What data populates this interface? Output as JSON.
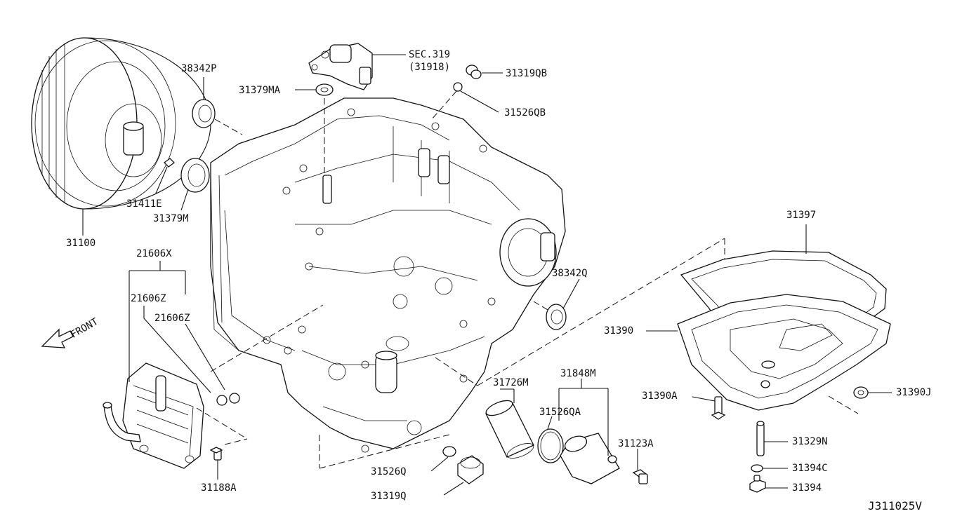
{
  "diagram_id": "J311025V",
  "front_label": "FRONT",
  "labels": {
    "p31100": "31100",
    "p31411E": "31411E",
    "p31379M": "31379M",
    "p38342P": "38342P",
    "p31379MA": "31379MA",
    "sec319": "SEC.319",
    "sec319_ref": "(31918)",
    "p31319QB": "31319QB",
    "p31526QB": "31526QB",
    "p21606X": "21606X",
    "p21606Z_a": "21606Z",
    "p21606Z_b": "21606Z",
    "p38342Q": "38342Q",
    "p31397": "31397",
    "p31390": "31390",
    "p31390A": "31390A",
    "p31390J": "31390J",
    "p31329N": "31329N",
    "p31394C": "31394C",
    "p31394": "31394",
    "p31726M": "31726M",
    "p31848M": "31848M",
    "p31526QA": "31526QA",
    "p31123A": "31123A",
    "p31526Q": "31526Q",
    "p31319Q": "31319Q",
    "p31188A": "31188A"
  }
}
